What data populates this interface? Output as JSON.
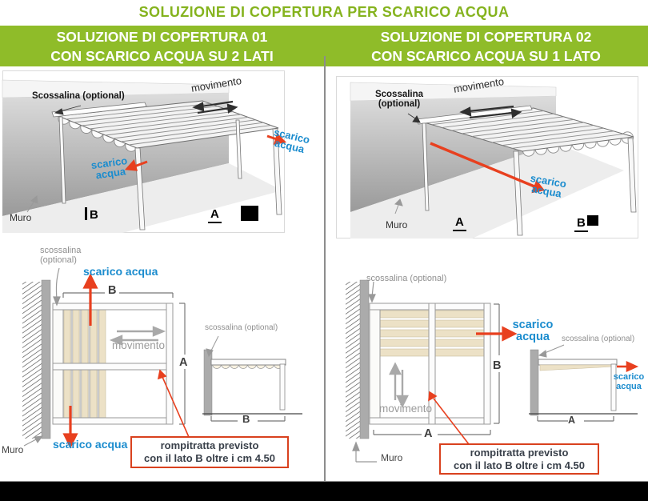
{
  "title": "SOLUZIONE DI COPERTURA PER SCARICO ACQUA",
  "colors": {
    "brand_green": "#8FBC29",
    "title_green": "#85B31E",
    "water_blue": "#1B8CCE",
    "arrow_red": "#E8401F",
    "note_border_red": "#D9411E",
    "slat_beige": "#ECE1C6",
    "wall_gray": "#ABABAB",
    "note_text": "#39404A",
    "label_gray": "#8F8F8F"
  },
  "header_left": {
    "line1": "SOLUZIONE DI COPERTURA 01",
    "line2": "CON SCARICO ACQUA SU 2 LATI"
  },
  "header_right": {
    "line1": "SOLUZIONE DI COPERTURA 02",
    "line2": "CON SCARICO ACQUA SU 1 LATO"
  },
  "iso_left": {
    "scossalina": "Scossalina (optional)",
    "movimento": "movimento",
    "scarico_left_1": "scarico",
    "scarico_left_2": "acqua",
    "scarico_right_1": "scarico",
    "scarico_right_2": "acqua",
    "muro": "Muro",
    "mark_b": "B",
    "mark_a": "A"
  },
  "iso_right": {
    "scossalina_1": "Scossalina",
    "scossalina_2": "(optional)",
    "movimento": "movimento",
    "scarico_1": "scarico",
    "scarico_2": "acqua",
    "muro": "Muro",
    "mark_a": "A",
    "mark_b": "B"
  },
  "plan_left": {
    "scossalina_1": "scossalina",
    "scossalina_2": "(optional)",
    "scarico_top": "scarico acqua",
    "scarico_bottom": "scarico acqua",
    "movimento": "movimento",
    "muro": "Muro",
    "dim_b": "B",
    "dim_a": "A",
    "note_1": "rompitratta previsto",
    "note_2": "con il lato B oltre i cm 4.50",
    "side_scossalina": "scossalina (optional)",
    "side_dim": "B"
  },
  "plan_right": {
    "scossalina": "scossalina (optional)",
    "scarico_1": "scarico",
    "scarico_2": "acqua",
    "movimento": "movimento",
    "muro": "Muro",
    "dim_b": "B",
    "dim_a": "A",
    "note_1": "rompitratta previsto",
    "note_2": "con il lato B oltre i cm 4.50",
    "side_scossalina": "scossalina (optional)",
    "side_scarico_1": "scarico",
    "side_scarico_2": "acqua",
    "side_dim": "A"
  }
}
